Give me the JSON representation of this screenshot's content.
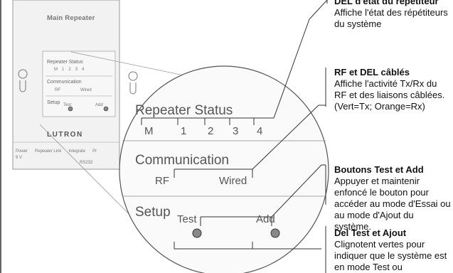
{
  "device": {
    "top_title": "Main Repeater",
    "status_label": "Repeater Status",
    "status_leds": [
      "M",
      "1",
      "2",
      "3",
      "4"
    ],
    "comm_label": "Communication",
    "rf_label": "RF",
    "wired_label": "Wired",
    "setup_label": "Setup",
    "test_label": "Test",
    "add_label": "Add",
    "brand": "LUTRON",
    "bottom_labels": [
      "Power",
      "Repeater Link",
      "Integrate",
      "Pr"
    ],
    "bottom_sub": "RS232",
    "power_sub": "9 V"
  },
  "magnified": {
    "status_label": "Repeater Status",
    "status_leds": [
      "M",
      "1",
      "2",
      "3",
      "4"
    ],
    "comm_label": "Communication",
    "rf_label": "RF",
    "wired_label": "Wired",
    "setup_label": "Setup",
    "test_label": "Test",
    "add_label": "Add"
  },
  "callouts": [
    {
      "title": "DEL d'état du répétiteur",
      "body": "Affiche l'état des répétiteurs du système"
    },
    {
      "title": "RF et DEL câblés",
      "body": "Affiche l'activité Tx/Rx du RF et des liaisons câblées. (Vert=Tx; Orange=Rx)"
    },
    {
      "title": "Boutons Test et Add",
      "body": "Appuyer et maintenir enfoncé le bouton pour accéder au mode d'Essai ou au mode d'Ajout du système."
    },
    {
      "title": "Del Test et Ajout",
      "body": "Clignotent vertes pour indiquer que le système est en mode Test ou"
    }
  ],
  "colors": {
    "line": "#333333",
    "panel": "#f2f2f2",
    "button": "#888888"
  }
}
